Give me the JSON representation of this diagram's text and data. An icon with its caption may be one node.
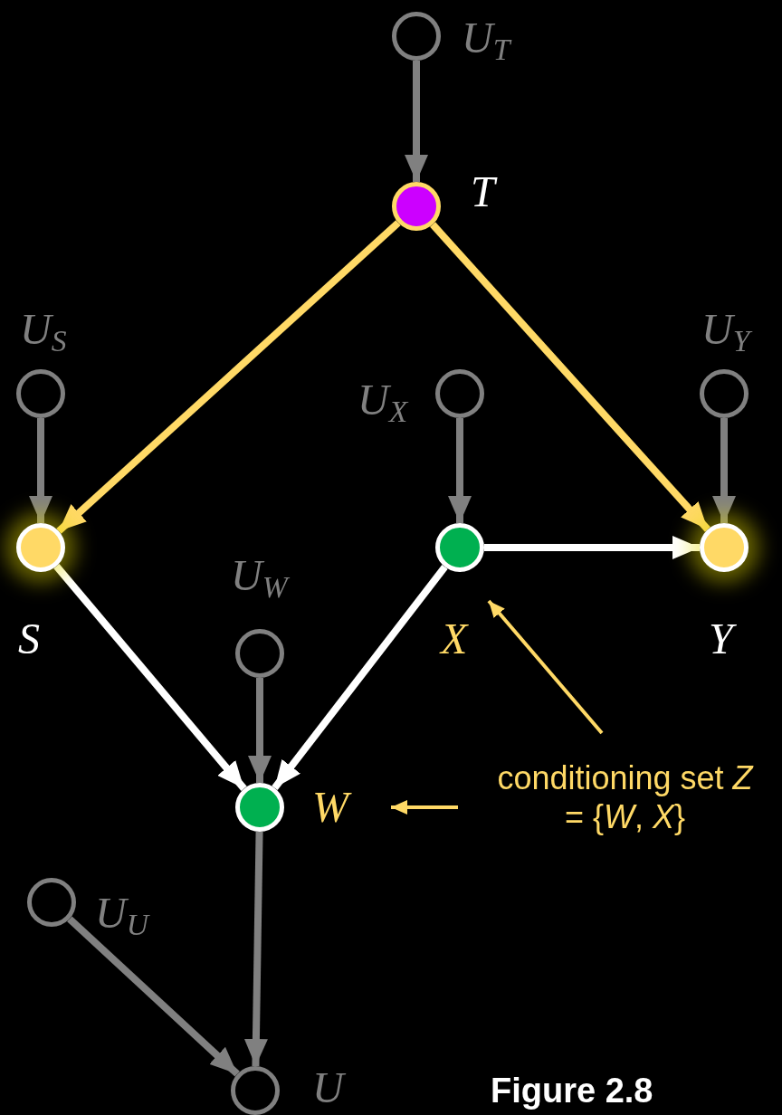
{
  "diagram": {
    "nodes": [
      {
        "text": [],
        "shape": "circle",
        "beside": [
          "U$_{T}$"
        ]
      },
      {
        "text": [],
        "shape": "circle",
        "beside": [
          "T"
        ]
      },
      {
        "text": [],
        "shape": "circle",
        "beside": [
          "U$_{S}$"
        ]
      },
      {
        "text": [],
        "shape": "circle",
        "beside": [
          "U$_{X}$"
        ]
      },
      {
        "text": [],
        "shape": "circle",
        "beside": [
          "U$_{Y}$"
        ]
      },
      {
        "text": [],
        "shape": "circle",
        "beside": [
          "S"
        ]
      },
      {
        "text": [],
        "shape": "circle",
        "beside": [
          "X"
        ]
      },
      {
        "text": [],
        "shape": "circle",
        "beside": [
          "Y"
        ]
      },
      {
        "text": [],
        "shape": "circle",
        "beside": [
          "U$_{W}$"
        ]
      },
      {
        "text": [],
        "shape": "circle",
        "beside": [
          "W"
        ]
      },
      {
        "text": [],
        "shape": "circle",
        "beside": [
          "U$_{U}$"
        ]
      },
      {
        "text": [],
        "shape": "circle",
        "beside": [
          "U"
        ]
      },
      {
        "text": [
          "conditioning set *Z* = {*W*, *X*}"
        ]
      }
    ],
    "edges": [
      {
        "from": 0,
        "to": 1,
        "arrow": "to"
      },
      {
        "from": 1,
        "to": 5,
        "arrow": "to",
        "color": "#ffd966"
      },
      {
        "from": 1,
        "to": 7,
        "arrow": "to",
        "color": "#ffd966"
      },
      {
        "from": 2,
        "to": 5,
        "arrow": "to"
      },
      {
        "from": 3,
        "to": 6,
        "arrow": "to"
      },
      {
        "from": 4,
        "to": 7,
        "arrow": "to"
      },
      {
        "from": 6,
        "to": 7,
        "arrow": "to",
        "color": "#ffffff"
      },
      {
        "from": 5,
        "to": 9,
        "arrow": "to",
        "color": "#ffffff"
      },
      {
        "from": 6,
        "to": 9,
        "arrow": "to",
        "color": "#ffffff"
      },
      {
        "from": 8,
        "to": 9,
        "arrow": "to"
      },
      {
        "from": 9,
        "to": 11,
        "arrow": "to"
      },
      {
        "from": 10,
        "to": 11,
        "arrow": "to"
      },
      {
        "from": 12,
        "to": 6,
        "arrow": "to",
        "color": "#ffd966"
      },
      {
        "from": 12,
        "to": 9,
        "arrow": "to",
        "color": "#ffd966"
      }
    ],
    "labels": [
      "Figure 2.8"
    ]
  }
}
